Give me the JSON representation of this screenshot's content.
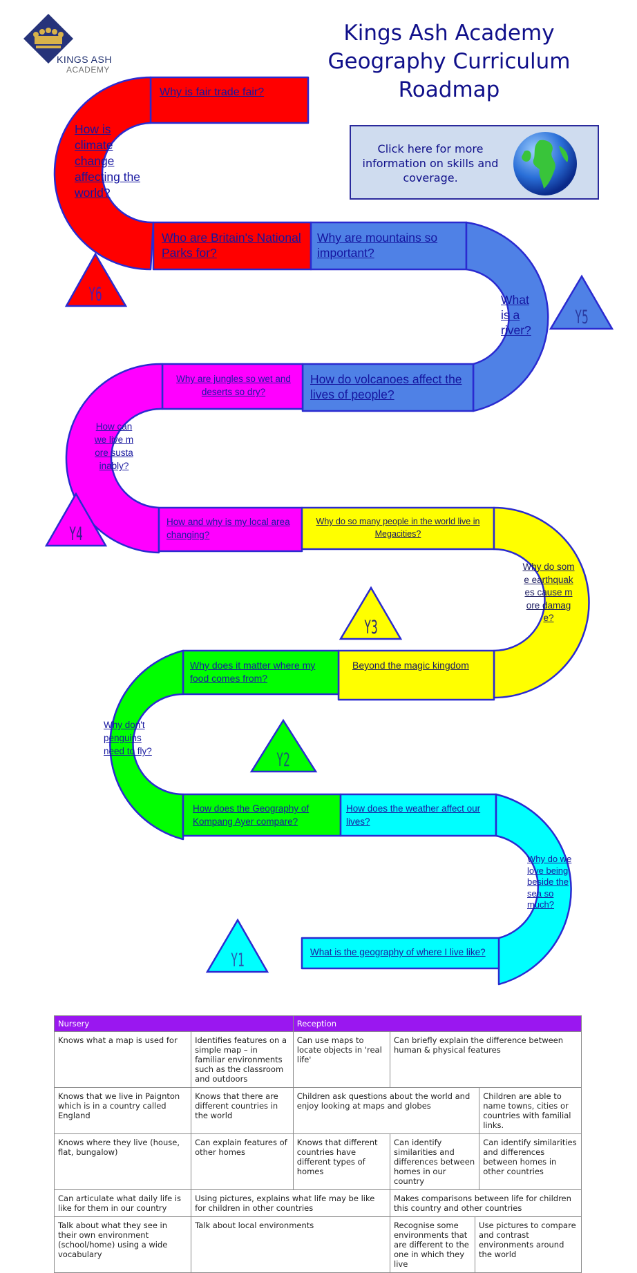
{
  "header": {
    "title_lines": [
      "Kings Ash Academy",
      "Geography Curriculum",
      "Roadmap"
    ],
    "logo_text_main": "KINGS ASH",
    "logo_text_sub": "ACADEMY"
  },
  "info_box": {
    "text": "Click here for more information on skills and coverage.",
    "icon": "globe-icon"
  },
  "roadmap": {
    "y6": {
      "badge": "Y6",
      "color": "#ff0000",
      "topics": [
        "Why is fair trade fair?",
        "How is climate change affecting the world?",
        "Who are Britain's National Parks for?"
      ]
    },
    "y5": {
      "badge": "Y5",
      "color": "#4f81e6",
      "topics": [
        "Why are mountains so important?",
        "What is a river?",
        "How do volcanoes affect the lives of people?"
      ]
    },
    "y4": {
      "badge": "Y4",
      "color": "#ff00ff",
      "topics": [
        "Why are jungles so wet and deserts so dry?",
        "How can we live more sustainably?",
        "How and why is my local area changing?"
      ]
    },
    "y3": {
      "badge": "Y3",
      "color": "#ffff00",
      "topics": [
        "Why do so many people in the world live in Megacities?",
        "Why do some earthquakes cause more damage?",
        "Beyond the magic kingdom"
      ]
    },
    "y2": {
      "badge": "Y2",
      "color": "#00ff00",
      "topics": [
        "Why does it matter where my food comes from?",
        "Why don't penguins need to fly?",
        "How does the Geography of Kompang Ayer compare?"
      ]
    },
    "y1": {
      "badge": "Y1",
      "color": "#00ffff",
      "topics": [
        "How does the weather affect our lives?",
        "Why do we love being beside the sea so much?",
        "What is the geography of where I live like?"
      ]
    }
  },
  "table": {
    "header_color": "#9a17f0",
    "headers": [
      "Nursery",
      "Reception"
    ],
    "rows": [
      [
        "Knows what a map is used for",
        "Identifies features on a simple map – in familiar environments such as the classroom and outdoors",
        "Can use maps to locate objects in 'real life'",
        "Can briefly explain the difference between human & physical features"
      ],
      [
        "Knows that we live in Paignton which is in a country called England",
        "Knows that there are different countries in the world",
        "Children ask questions about the world and enjoy looking at maps and globes",
        "Children are able to name towns, cities or countries with familial links."
      ],
      [
        "Knows where they live (house, flat, bungalow)",
        "Can explain features of other homes",
        "Knows that different countries have different types of homes",
        "Can identify similarities and differences between homes in our country",
        "Can identify similarities and differences between homes in other countries"
      ],
      [
        "Can articulate what daily life is like for them in our country",
        "Using pictures, explains what life may be like for children in other countries",
        "Makes comparisons between life for children this country and other countries"
      ],
      [
        "Talk about what they see in their own environment (school/home) using a wide vocabulary",
        "Talk about local environments",
        "Recognise some environments that are different to the one in which they live",
        "Use pictures to compare and contrast environments around the world"
      ]
    ]
  }
}
